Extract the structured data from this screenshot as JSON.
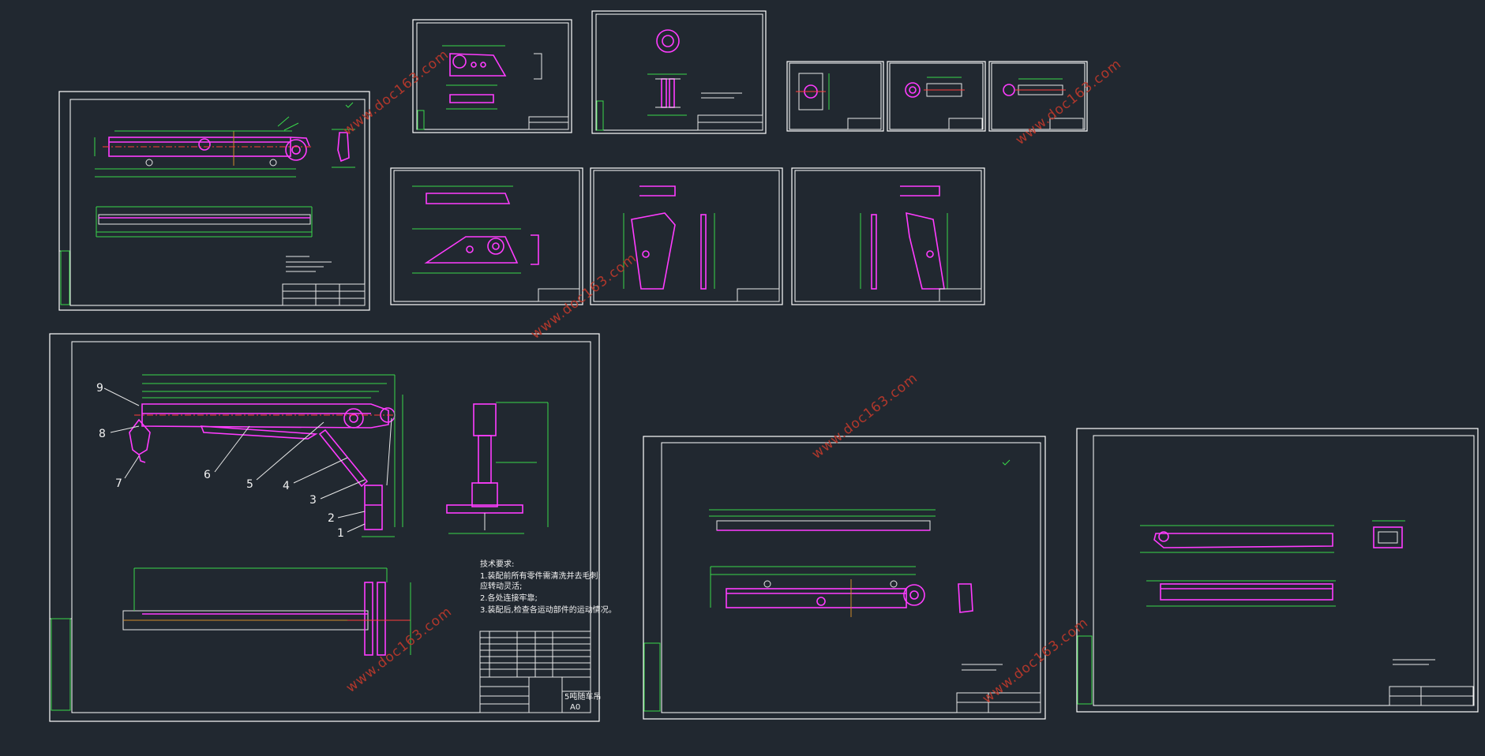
{
  "watermark": "www.doc163.com",
  "assembly_drawing": {
    "part_numbers": [
      "1",
      "2",
      "3",
      "4",
      "5",
      "6",
      "7",
      "8",
      "9"
    ],
    "tech_requirements": [
      "技术要求:",
      "1.装配前所有零件需清洗并去毛刺;",
      "应转动灵活;",
      "2.各处连接牢靠;",
      "3.装配后,检查各运动部件的运动情况。"
    ],
    "title_block": {
      "name": "5吨随车吊",
      "scale": "A0"
    }
  },
  "colors": {
    "background": "#212830",
    "frame": "#ffffff",
    "dimension": "#39d84a",
    "outline": "#ff3cff",
    "centerline": "#ff3b3b",
    "watermark": "#c0392b"
  }
}
